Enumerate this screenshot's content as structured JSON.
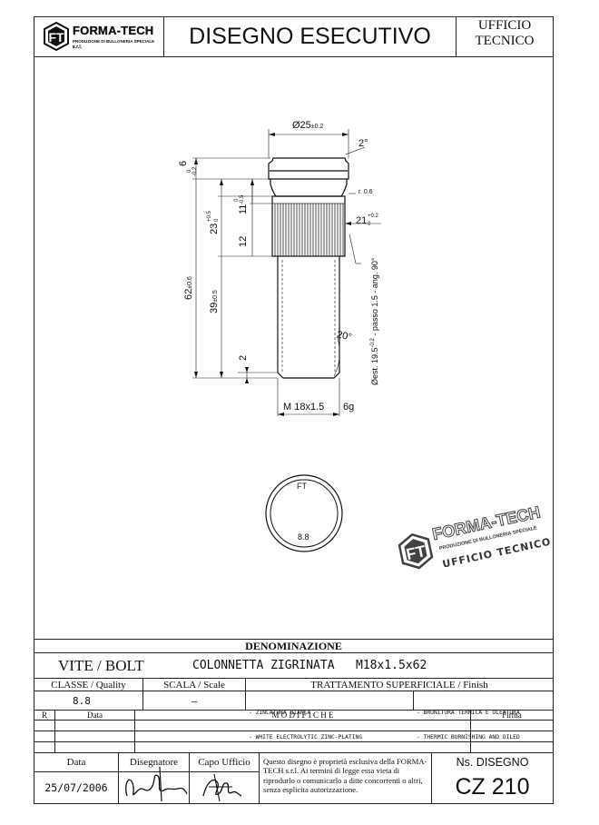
{
  "header": {
    "logo_name": "FORMA-TECH",
    "logo_suffix": "s.r.l.",
    "logo_tagline": "PRODUZIONE DI BULLONERIA SPECIALE",
    "title": "DISEGNO ESECUTIVO",
    "office_line1": "UFFICIO",
    "office_line2": "TECNICO"
  },
  "drawing": {
    "dim_head_diameter": "Ø25",
    "dim_head_diameter_tol": "±0.2",
    "dim_chamfer_angle": "2°",
    "dim_head_height": "6",
    "dim_head_height_tol_upper": "0",
    "dim_head_height_tol_lower": "-0.2",
    "dim_radius": "r. 0.6",
    "dim_knurl_length": "11",
    "dim_knurl_tol_upper": "0",
    "dim_knurl_tol_lower": "-0.5",
    "dim_shoulder": "23",
    "dim_shoulder_tol_upper": "+0.5",
    "dim_shoulder_tol_lower": "0",
    "dim_knurl_diameter": "21",
    "dim_knurl_diameter_tol_upper": "+0.2",
    "dim_knurl_diameter_tol_lower": "0",
    "dim_twelve": "12",
    "dim_total_length": "62",
    "dim_total_length_tol": "±0.6",
    "dim_thread_length": "39",
    "dim_thread_length_tol": "±0.5",
    "dim_knurl_spec": "Øest. 19.5",
    "dim_knurl_spec_tol": "-0.2",
    "dim_knurl_spec_rest": " - passo 1.5 - ang. 90°",
    "dim_point_angle": "20°",
    "dim_two": "2",
    "thread_label": "M 18x1.5",
    "thread_class": "6g",
    "end_view_mark_top": "FT",
    "end_view_mark_bottom": "8.8"
  },
  "stamp": {
    "name": "FORMA-TECH",
    "tagline": "PRODUZIONE DI BULLONERIA SPECIALE",
    "office": "UFFICIO TECNICO"
  },
  "title_block": {
    "denominazione_label": "DENOMINAZIONE",
    "part_name": "VITE / BOLT",
    "part_description": "COLONNETTA ZIGRINATA   M18x1.5x62",
    "classe_label": "CLASSE / Quality",
    "classe_value": "8.8",
    "scala_label": "SCALA / Scale",
    "scala_value": "–",
    "trattamento_label": "TRATTAMENTO SUPERFICIALE / Finish",
    "finish_1": "- ZINCATURA BIANCA",
    "finish_2": "- WHITE ELECTROLYTIC ZINC-PLATING",
    "finish_3": "- BRUNITURA TERMICA E OLEATURA",
    "finish_4": "- THERMIC BURNISHING AND OILED",
    "rev_label": "R",
    "data_label": "Data",
    "modifiche_label": "M O D I F I C H E",
    "firma_label": "Firma",
    "date_label": "Data",
    "date_value": "25/07/2006",
    "designer_label": "Disegnatore",
    "chief_label": "Capo Ufficio",
    "notice": "Questo disegno è proprietà esclusiva della FORMA-TECH s.r.l. Ai termini di legge essa vieta di riprodurlo o comunicarlo a ditte concorrenti o altri, senza esplicita autorizzazione.",
    "drawing_no_label": "Ns. DISEGNO",
    "drawing_no": "CZ 210"
  }
}
